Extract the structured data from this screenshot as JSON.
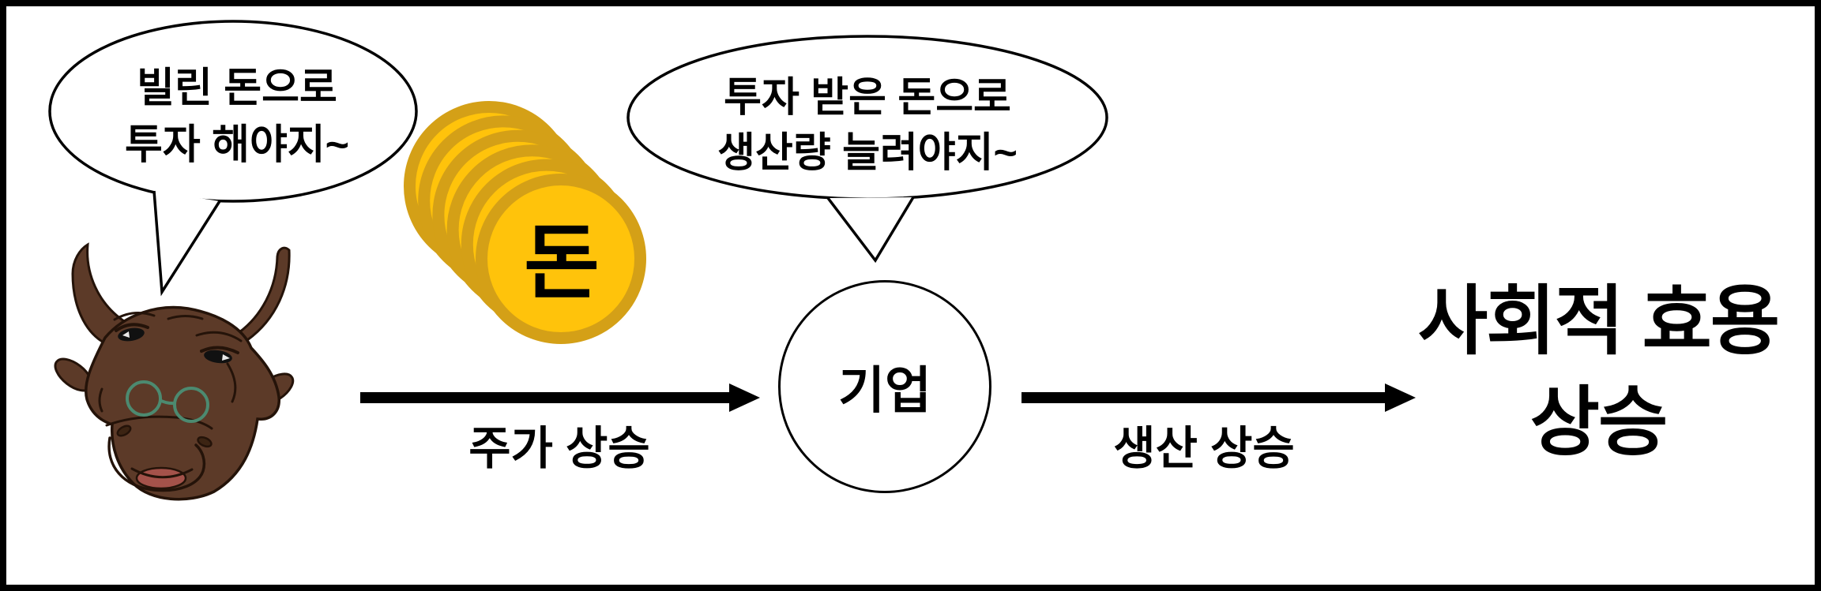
{
  "diagram": {
    "investor_bubble": {
      "line1": "빌린 돈으로",
      "line2": "투자 해야지~"
    },
    "money": {
      "label": "돈"
    },
    "company_bubble": {
      "line1": "투자 받은 돈으로",
      "line2": "생산량 늘려야지~"
    },
    "company": {
      "label": "기업"
    },
    "arrow1": {
      "label": "주가 상승"
    },
    "arrow2": {
      "label": "생산 상승"
    },
    "outcome": {
      "line1": "사회적 효용",
      "line2": "상승"
    }
  },
  "colors": {
    "coin_face": "#FFC30B",
    "coin_rim": "#D4A017",
    "bull_brown": "#5C3A28",
    "bull_outline": "#241309",
    "tongue": "#A4524A",
    "glasses": "#4C8A70",
    "ink": "#000000",
    "background": "#FFFFFF"
  }
}
